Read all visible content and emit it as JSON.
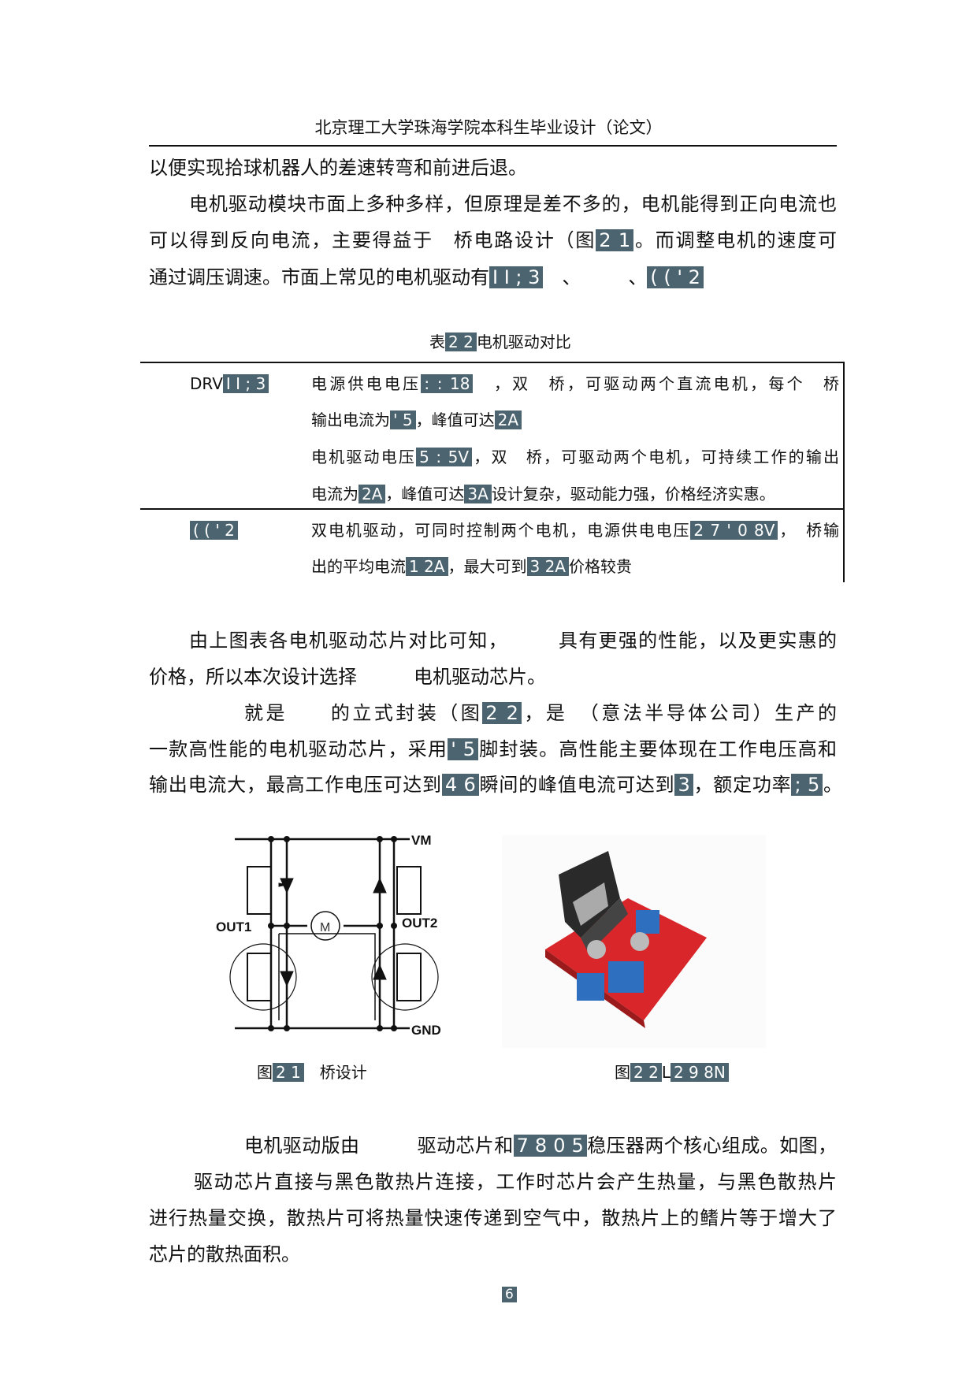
{
  "header": "北京理工大学珠海学院本科生毕业设计（论文）",
  "para1": [
    [
      {
        "t": "以便实现拾球机器人的差速转弯和前进后退。"
      }
    ],
    [
      {
        "t": "电机驱动模块市面上多种多样，但原理是差不多的，电机能得到正向电流也"
      }
    ],
    [
      {
        "t": "可以得到反向电流，主要得益于　桥电路设计（图"
      },
      {
        "t": "2 1",
        "hl": true
      },
      {
        "t": "。而调整电机的速度可"
      }
    ],
    [
      {
        "t": "通过调压调速。市面上常见的电机驱动有"
      },
      {
        "t": "I I ; 3",
        "hl": true
      },
      {
        "t": "　、　　　、"
      },
      {
        "t": "( ( ' 2",
        "hl": true
      }
    ]
  ],
  "table_caption": [
    {
      "t": "表"
    },
    {
      "t": "2 2",
      "hl": true
    },
    {
      "t": "电机驱动对比"
    }
  ],
  "table": {
    "row1_name": [
      {
        "t": "DRV"
      },
      {
        "t": "I I ; 3",
        "hl": true
      }
    ],
    "row1_lines": [
      [
        {
          "t": "电源供电电压"
        },
        {
          "t": ": : 18",
          "hl": true
        },
        {
          "t": "　，双　桥，可驱动两个直流电机，每个　桥"
        }
      ],
      [
        {
          "t": "输出电流为"
        },
        {
          "t": "' 5",
          "hl": true
        },
        {
          "t": "，峰值可达"
        },
        {
          "t": "2A",
          "hl": true
        }
      ],
      [
        {
          "t": "电机驱动电压"
        },
        {
          "t": "5 : 5V",
          "hl": true
        },
        {
          "t": "，双　桥，可驱动两个电机，可持续工作的输出"
        }
      ],
      [
        {
          "t": "电流为"
        },
        {
          "t": "2A",
          "hl": true
        },
        {
          "t": "，峰值可达"
        },
        {
          "t": "3A",
          "hl": true
        },
        {
          "t": "设计复杂，驱动能力强，价格经济实惠。"
        }
      ]
    ],
    "row2_name": [
      {
        "t": "( ( ' 2",
        "hl": true
      }
    ],
    "row2_lines": [
      [
        {
          "t": "双电机驱动，可同时控制两个电机，电源供电电压"
        },
        {
          "t": "2 7 ' 0 8V",
          "hl": true
        },
        {
          "t": "，　桥输"
        }
      ],
      [
        {
          "t": "出的平均电流"
        },
        {
          "t": "1 2A",
          "hl": true
        },
        {
          "t": "，最大可到"
        },
        {
          "t": "3 2A",
          "hl": true
        },
        {
          "t": "价格较贵"
        }
      ]
    ]
  },
  "para2": [
    [
      {
        "t": "由上图表各电机驱动芯片对比可知，　　　具有更强的性能，以及更实惠的"
      }
    ],
    [
      {
        "t": "价格，所以本次设计选择　　　电机驱动芯片。"
      }
    ],
    [
      {
        "t": "就是　　的立式封装（图"
      },
      {
        "t": "2 2",
        "hl": true
      },
      {
        "t": "，是　（意法半导体公司）生产的"
      }
    ],
    [
      {
        "t": "一款高性能的电机驱动芯片，采用"
      },
      {
        "t": "' 5",
        "hl": true
      },
      {
        "t": "脚封装。高性能主要体现在工作电压高和"
      }
    ],
    [
      {
        "t": "输出电流大，最高工作电压可达到"
      },
      {
        "t": "4 6",
        "hl": true
      },
      {
        "t": "瞬间的峰值电流可达到"
      },
      {
        "t": "3",
        "hl": true
      },
      {
        "t": "，额定功率"
      },
      {
        "t": "; 5",
        "hl": true
      },
      {
        "t": "。"
      }
    ]
  ],
  "figure1": {
    "labels": {
      "vm": "VM",
      "gnd": "GND",
      "out1": "OUT1",
      "out2": "OUT2",
      "motor": "M"
    },
    "caption": [
      {
        "t": "图"
      },
      {
        "t": "2 1",
        "hl": true
      },
      {
        "t": "　桥设计"
      }
    ]
  },
  "figure2": {
    "caption": [
      {
        "t": "图"
      },
      {
        "t": "2 2",
        "hl": true
      },
      {
        "t": "L"
      },
      {
        "t": "2 9 8N",
        "hl": true
      }
    ]
  },
  "para3": [
    [
      {
        "t": "电机驱动版由　　　驱动芯片和"
      },
      {
        "t": "7 8 0 5",
        "hl": true
      },
      {
        "t": "稳压器两个核心组成。如图，"
      }
    ],
    [
      {
        "t": "驱动芯片直接与黑色散热片连接，工作时芯片会产生热量，与黑色散热片"
      }
    ],
    [
      {
        "t": "进行热量交换，散热片可将热量快速传递到空气中，散热片上的鳍片等于增大了"
      }
    ],
    [
      {
        "t": "芯片的散热面积。"
      }
    ]
  ],
  "page_number": [
    {
      "t": "6",
      "hl": true
    }
  ],
  "colors": {
    "highlight": "#4b6470",
    "board_red": "#d8262a",
    "terminal_blue": "#2f6fc0"
  }
}
